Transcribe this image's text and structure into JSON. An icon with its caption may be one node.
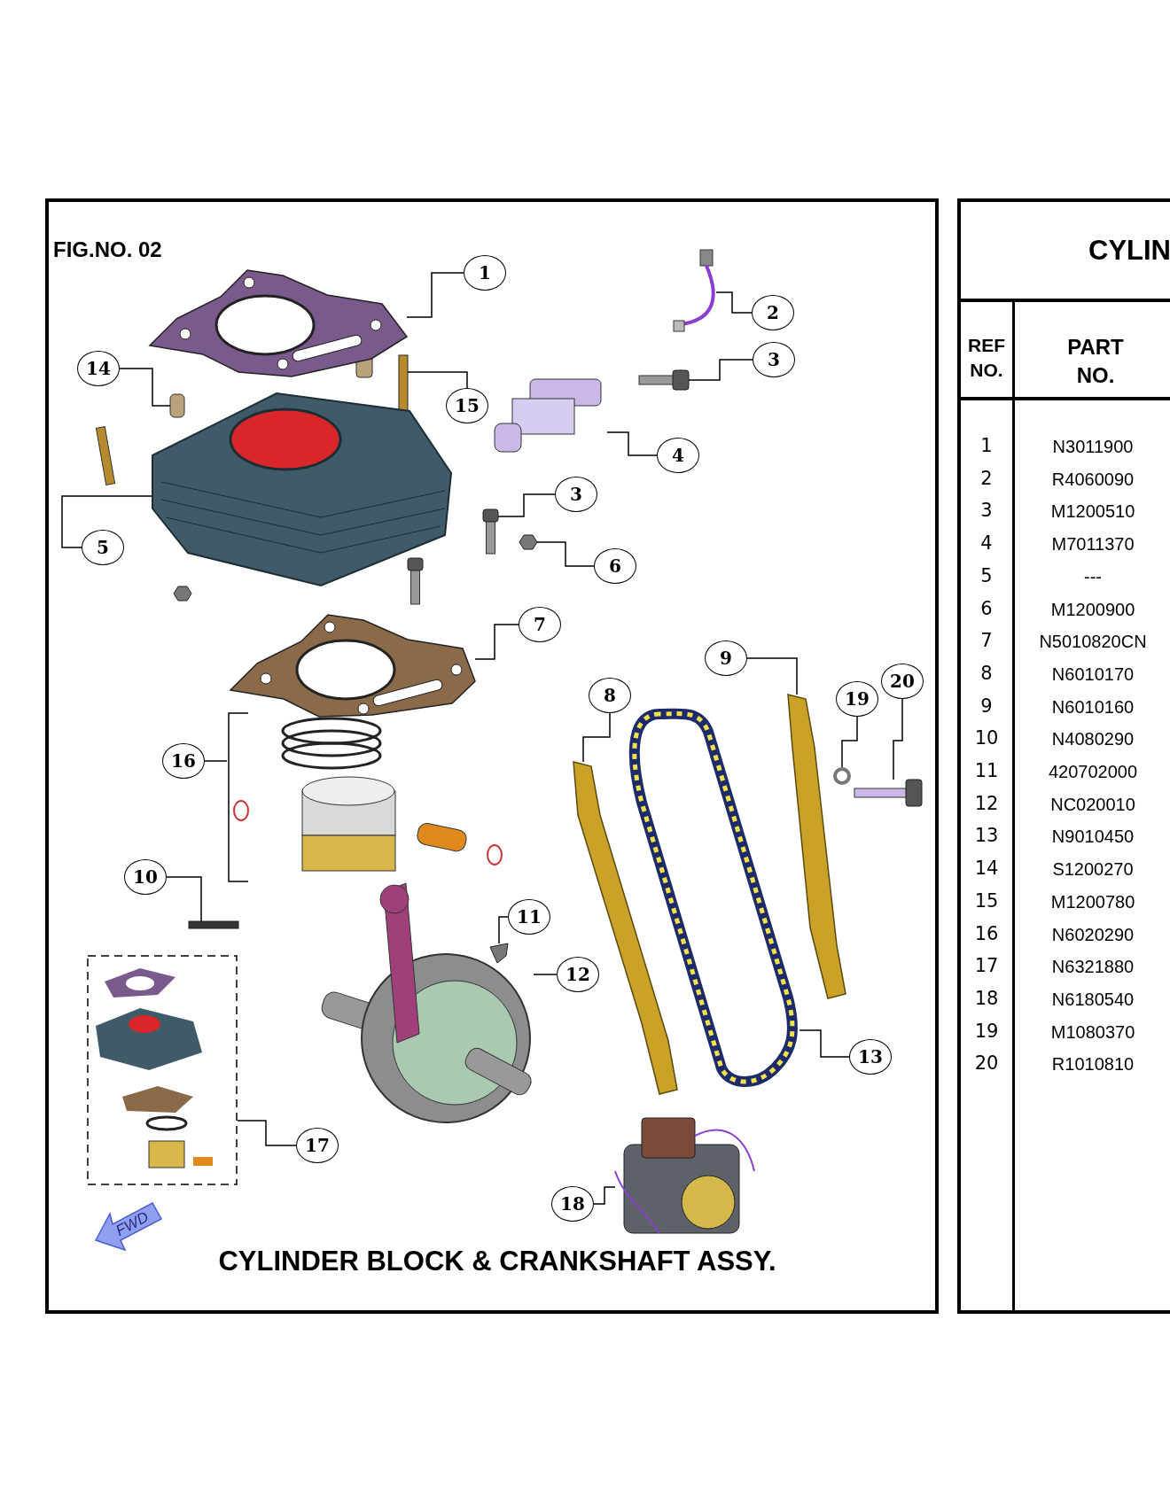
{
  "diagram": {
    "caption": "CYLINDER BLOCK & CRANKSHAFT ASSY.",
    "nodes": [
      {
        "text": [
          "1"
        ]
      },
      {
        "text": [
          "2"
        ]
      },
      {
        "text": [
          "3"
        ]
      },
      {
        "text": [
          "4"
        ]
      },
      {
        "text": [
          "3"
        ]
      },
      {
        "text": [
          "14"
        ]
      },
      {
        "text": [
          "15"
        ]
      },
      {
        "text": [
          "5"
        ]
      },
      {
        "text": [
          "6"
        ]
      },
      {
        "text": [
          "7"
        ]
      },
      {
        "text": [
          "9"
        ]
      },
      {
        "text": [
          "20"
        ]
      },
      {
        "text": [
          "19"
        ]
      },
      {
        "text": [
          "8"
        ]
      },
      {
        "text": [
          "16"
        ]
      },
      {
        "text": [
          "10"
        ]
      },
      {
        "text": [
          "11"
        ]
      },
      {
        "text": [
          "12"
        ]
      },
      {
        "text": [
          "13"
        ]
      },
      {
        "text": [
          "17"
        ]
      },
      {
        "text": [
          "18"
        ]
      },
      {
        "text": [],
        "shape": "picture"
      },
      {
        "text": [],
        "shape": "picture"
      },
      {
        "text": [],
        "shape": "picture"
      },
      {
        "text": [],
        "shape": "picture"
      },
      {
        "text": [],
        "shape": "picture"
      },
      {
        "text": [],
        "shape": "cylinder"
      },
      {
        "text": [],
        "shape": "bar"
      },
      {
        "text": [],
        "shape": "picture"
      },
      {
        "text": [],
        "shape": "picture"
      },
      {
        "text": [],
        "shape": "picture"
      },
      {
        "text": [],
        "shape": "picture"
      },
      {
        "text": [],
        "shape": "picture"
      },
      {
        "text": [],
        "shape": "circle"
      },
      {
        "text": [],
        "shape": "picture"
      },
      {
        "text": [],
        "shape": "picture"
      },
      {
        "text": [],
        "shape": "bar"
      },
      {
        "text": [],
        "shape": "picture"
      },
      {
        "text": [],
        "shape": "picture"
      },
      {
        "text": [],
        "shape": "picture"
      },
      {
        "text": [],
        "shape": "picture"
      },
      {
        "text": [],
        "shape": "picture"
      }
    ],
    "edges": [
      {
        "from": 0,
        "to": 21,
        "arrow": "none"
      },
      {
        "from": 1,
        "to": 22,
        "arrow": "none"
      },
      {
        "from": 2,
        "to": 23,
        "arrow": "none"
      },
      {
        "from": 3,
        "to": 24,
        "arrow": "none"
      },
      {
        "from": 4,
        "to": 25,
        "arrow": "none"
      },
      {
        "from": 5,
        "to": 26,
        "arrow": "none"
      },
      {
        "from": 6,
        "to": 27,
        "arrow": "none"
      },
      {
        "from": 7,
        "to": 28,
        "arrow": "none"
      },
      {
        "from": 8,
        "to": 29,
        "arrow": "none"
      },
      {
        "from": 9,
        "to": 30,
        "arrow": "none"
      },
      {
        "from": 10,
        "to": 31,
        "arrow": "none"
      },
      {
        "from": 11,
        "to": 32,
        "arrow": "none"
      },
      {
        "from": 12,
        "to": 33,
        "arrow": "none"
      },
      {
        "from": 13,
        "to": 34,
        "arrow": "none"
      },
      {
        "from": 14,
        "to": 35,
        "arrow": "none"
      },
      {
        "from": 15,
        "to": 36,
        "arrow": "none"
      },
      {
        "from": 16,
        "to": 37,
        "arrow": "none"
      },
      {
        "from": 17,
        "to": 38,
        "arrow": "none"
      },
      {
        "from": 18,
        "to": 39,
        "arrow": "none"
      },
      {
        "from": 19,
        "to": 40,
        "arrow": "none"
      },
      {
        "from": 20,
        "to": 41,
        "arrow": "none"
      }
    ],
    "labels": [
      "FIG.NO. 02",
      "CYLIN",
      "REF NO.",
      "PART NO.",
      "1",
      "N3011900",
      "2",
      "R4060090",
      "3",
      "M1200510",
      "4",
      "M7011370",
      "5",
      "---",
      "6",
      "M1200900",
      "7",
      "N5010820CN",
      "8",
      "N6010170",
      "9",
      "N6010160",
      "10",
      "N4080290",
      "11",
      "420702000",
      "12",
      "NC020010",
      "13",
      "N9010450",
      "14",
      "S1200270",
      "15",
      "M1200780",
      "16",
      "N6020290",
      "17",
      "N6321880",
      "18",
      "N6180540",
      "19",
      "M1080370",
      "20",
      "R1010810",
      "FWD"
    ]
  }
}
